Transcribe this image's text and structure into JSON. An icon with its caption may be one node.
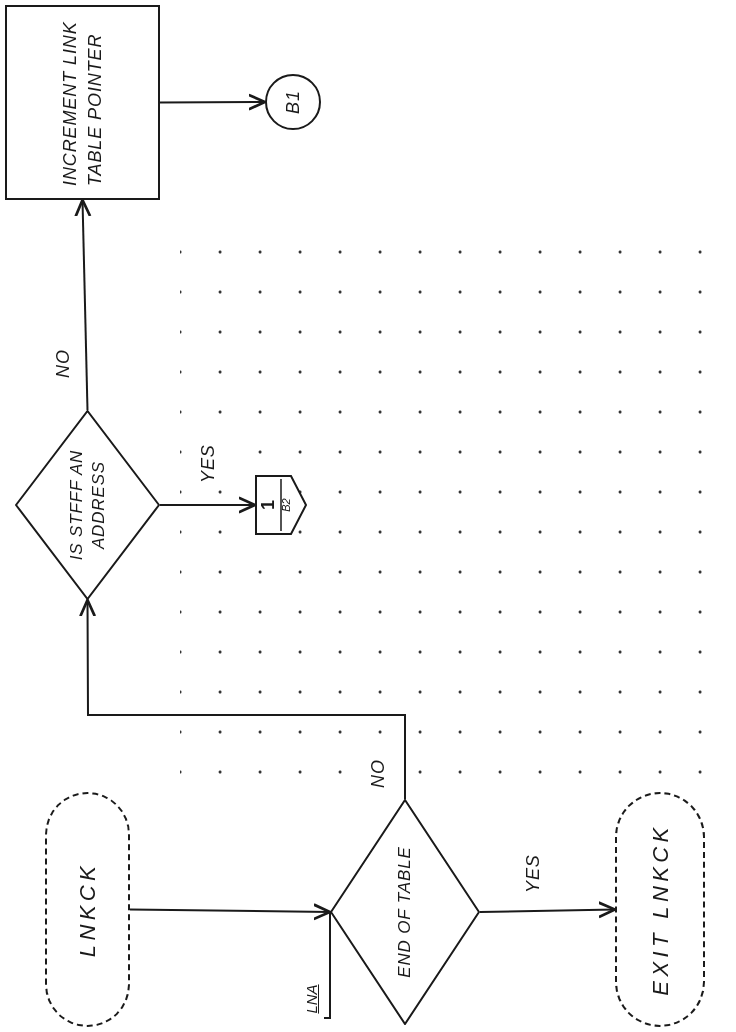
{
  "diagram": {
    "nodes": [
      {
        "text": [
          "LNKCK"
        ]
      },
      {
        "text": [
          "LNA"
        ]
      },
      {
        "text": [
          "END OF TABLE"
        ]
      },
      {
        "text": [
          "EXIT LNKCK"
        ]
      },
      {
        "text": [
          "IS STFFF AN ADDRESS"
        ]
      },
      {
        "text": [
          "1",
          "B2"
        ]
      },
      {
        "text": [
          "INCREMENT LINK TABLE POINTER"
        ]
      },
      {
        "text": [
          "B1"
        ]
      }
    ],
    "edges": [
      {
        "from": 0,
        "to": 2,
        "arrow": "to"
      },
      {
        "from": 1,
        "to": 2,
        "arrow": "none"
      },
      {
        "from": 2,
        "to": 3,
        "arrow": "to",
        "label": "YES"
      },
      {
        "from": 2,
        "to": 4,
        "arrow": "to",
        "label": "NO"
      },
      {
        "from": 4,
        "to": 5,
        "arrow": "to",
        "label": "YES"
      },
      {
        "from": 4,
        "to": 6,
        "arrow": "to",
        "label": "NO"
      },
      {
        "from": 6,
        "to": 7,
        "arrow": "to"
      }
    ]
  }
}
